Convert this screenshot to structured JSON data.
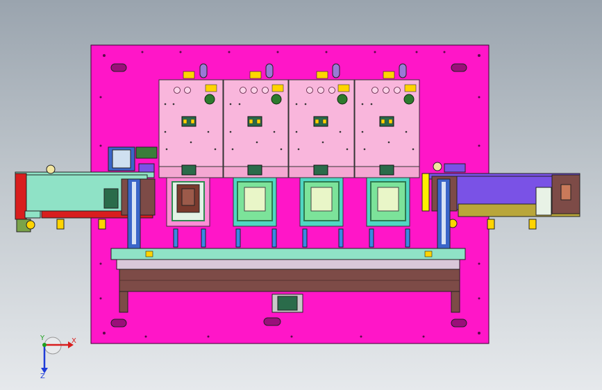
{
  "app": {
    "view": "cad-model-viewport",
    "description_color": "#c0c7cd"
  },
  "triad": {
    "x_label": "X",
    "y_label": "Y",
    "z_label": "Z",
    "x_color": "#d81e1e",
    "y_color": "#1ea01e",
    "z_color": "#1e3cd8"
  },
  "model": {
    "base_plate_color": "#ff16c8",
    "station_plate_color": "#f9b6dc",
    "left_conveyor_color": "#8fe2c6",
    "right_conveyor_color": "#7a52e6",
    "rail_color": "#7d4b47",
    "station_count": 4
  }
}
